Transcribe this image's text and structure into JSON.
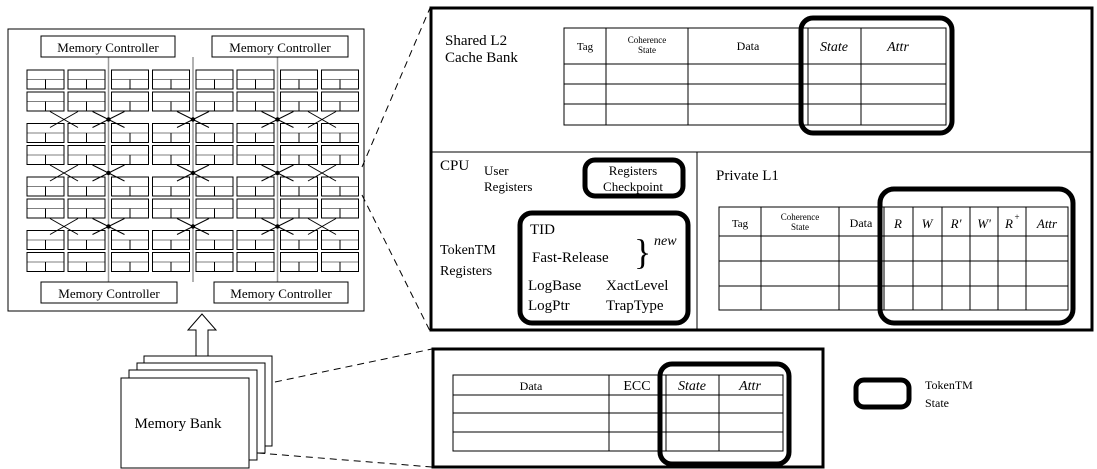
{
  "chip": {
    "memory_controller_label": "Memory Controller",
    "tile_grid": {
      "rows": 4,
      "cols": 4
    }
  },
  "memory_bank": {
    "label": "Memory Bank"
  },
  "l2": {
    "title_line1": "Shared L2",
    "title_line2": "Cache Bank",
    "columns": {
      "tag": "Tag",
      "coherence_line1": "Coherence",
      "coherence_line2": "State",
      "data": "Data",
      "state": "State",
      "attr": "Attr"
    },
    "row_count": 3
  },
  "cpu": {
    "title": "CPU",
    "user_line1": "User",
    "user_line2": "Registers",
    "checkpoint_line1": "Registers",
    "checkpoint_line2": "Checkpoint",
    "tokentm_line1": "TokenTM",
    "tokentm_line2": "Registers",
    "tid": "TID",
    "fast_release": "Fast-Release",
    "new_marker": "new",
    "logbase": "LogBase",
    "xactlevel": "XactLevel",
    "logptr": "LogPtr",
    "traptype": "TrapType"
  },
  "l1": {
    "title": "Private L1",
    "columns": {
      "tag": "Tag",
      "coherence_line1": "Coherence",
      "coherence_line2": "State",
      "data": "Data",
      "r": "R",
      "w": "W",
      "r_prime": "R'",
      "w_prime": "W'",
      "r_plus": "R",
      "r_plus_sup": "+",
      "attr": "Attr"
    },
    "row_count": 3
  },
  "memory_entry": {
    "columns": {
      "data": "Data",
      "ecc": "ECC",
      "state": "State",
      "attr": "Attr"
    },
    "row_count": 3
  },
  "legend": {
    "line1": "TokenTM",
    "line2": "State"
  }
}
